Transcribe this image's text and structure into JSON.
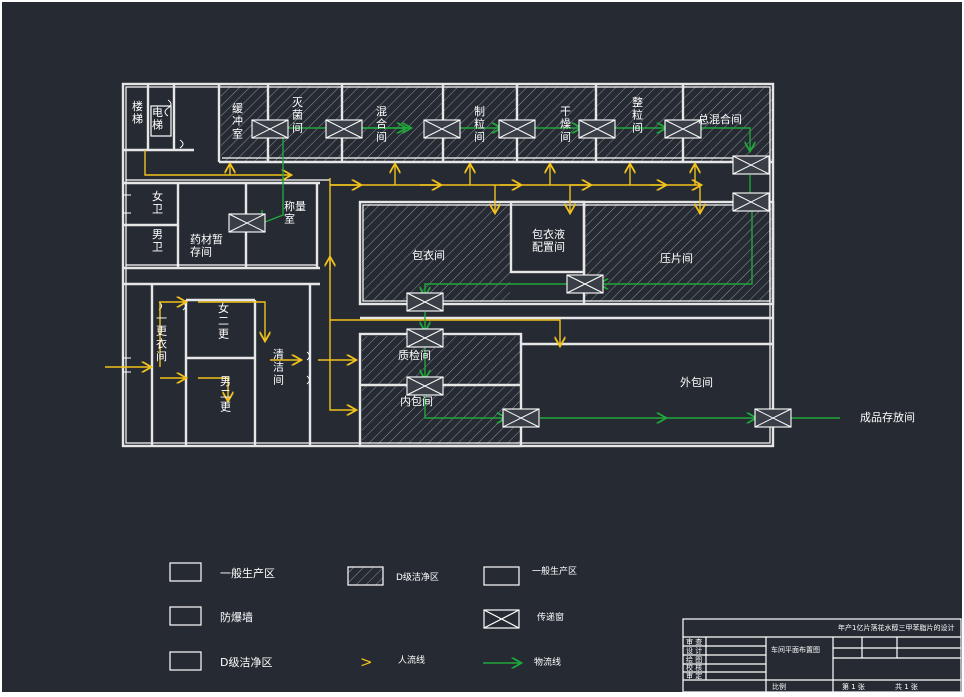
{
  "rooms": {
    "stairs": "楼\n梯",
    "elevator": "电\n梯",
    "buffer": "缓\n冲\n室",
    "sterilize": "灭\n菌\n间",
    "mix": "混\n合\n间",
    "granulate": "制\n粒\n间",
    "dry": "干\n燥\n间",
    "sizing": "整\n粒\n间",
    "total_mix": "总混合间",
    "female_wc": "女\n卫",
    "male_wc": "男\n卫",
    "herb_store": "药材暂\n存间",
    "weigh": "称量\n室",
    "coating": "包衣间",
    "coating_prep": "包衣液\n配置间",
    "tablet_press": "压片间",
    "change1": "一\n更\n衣\n间",
    "female_change2": "女\n二\n更",
    "male_change2": "男\n二\n更",
    "clean": "清\n洁\n间",
    "qc": "质检间",
    "inner_pack": "内包间",
    "outer_pack": "外包间",
    "finished_store": "成品存放间"
  },
  "legend": {
    "general_area": "一般生产区",
    "blast_wall": "防爆墙",
    "d_clean_area": "D级洁净区",
    "d_clean_hatched": "D级洁净区",
    "general_area_2": "一般生产区",
    "pass_box": "传递窗",
    "people_flow_symbol": ">",
    "people_flow": "人流线",
    "material_flow": "物流线"
  },
  "title_block": {
    "project": "年产1亿片落花水醇三甲苯脂片的设计",
    "drawing": "车间平面布置图",
    "roles": [
      "审 查",
      "设 计",
      "绘 图",
      "校 核",
      "审 定"
    ],
    "sheet": "第 1 张",
    "total": "共 1 张",
    "scale_label": "比例"
  },
  "colors": {
    "background": "#262b33",
    "walls": "#ffffff",
    "people_flow": "#f2c21b",
    "material_flow": "#1fa83a"
  }
}
